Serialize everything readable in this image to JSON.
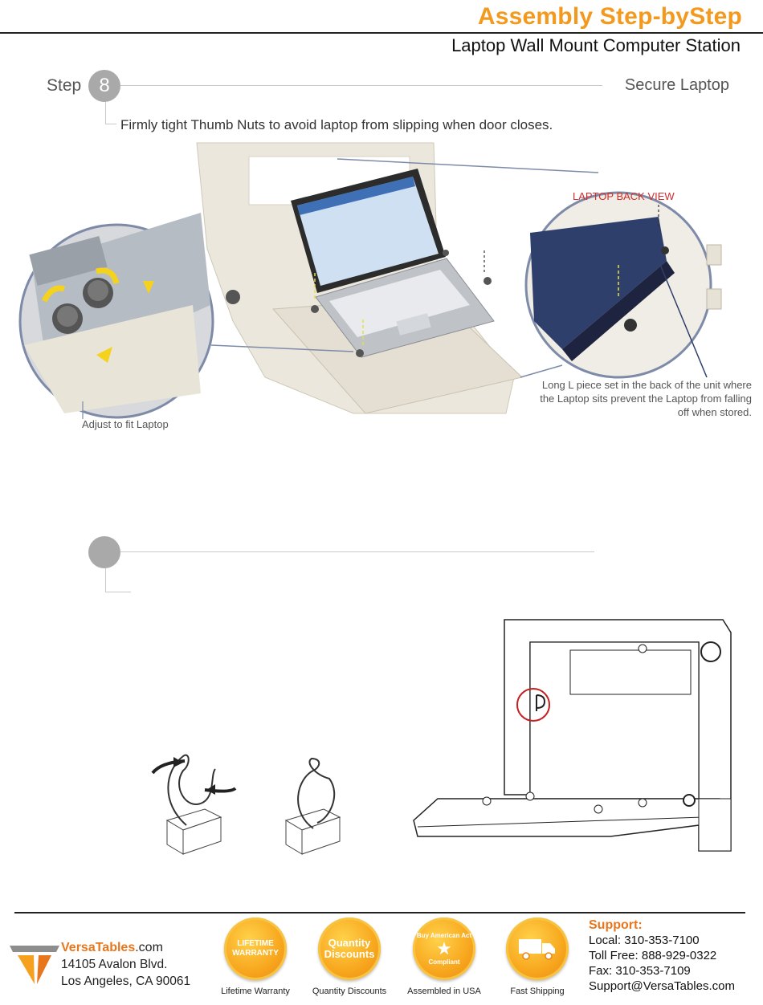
{
  "header": {
    "title": "Assembly Step-byStep",
    "subtitle": "Laptop Wall Mount Computer Station"
  },
  "step8": {
    "word": "Step",
    "number": "8",
    "heading": "Secure Laptop",
    "instruction": "Firmly tight Thumb Nuts to avoid laptop from slipping when door closes.",
    "callout_adjust": "Adjust to fit Laptop",
    "callout_back_view": "LAPTOP BACK VIEW",
    "note_lines": [
      "Long L piece set in the back of the unit where",
      "the Laptop sits prevent the Laptop from falling",
      "off when stored."
    ]
  },
  "step9": {
    "number": ""
  },
  "footer": {
    "brand_name": "VersaTables",
    "brand_tld": ".com",
    "address_line1": "14105 Avalon Blvd.",
    "address_line2": "Los Angeles, CA 90061",
    "badges": [
      {
        "icon": "lifetime-warranty-badge-icon",
        "text1": "LIFETIME",
        "text2": "WARRANTY",
        "caption": "Lifetime Warranty"
      },
      {
        "icon": "quantity-discounts-badge-icon",
        "text1": "Quantity",
        "text2": "Discounts",
        "caption": "Quantity Discounts"
      },
      {
        "icon": "buy-american-badge-icon",
        "text1": "Buy American Act",
        "text2": "Compliant",
        "caption": "Assembled in USA"
      },
      {
        "icon": "fast-shipping-badge-icon",
        "text1": "",
        "text2": "",
        "caption": "Fast Shipping"
      }
    ],
    "support_heading": "Support:",
    "support_lines": [
      "Local: 310-353-7100",
      "Toll Free: 888-929-0322",
      "Fax: 310-353-7109",
      "Support@VersaTables.com"
    ]
  },
  "colors": {
    "accent_orange": "#f39a1e",
    "step_circle_gray": "#a9a9a9",
    "callout_red": "#d22d2d"
  }
}
